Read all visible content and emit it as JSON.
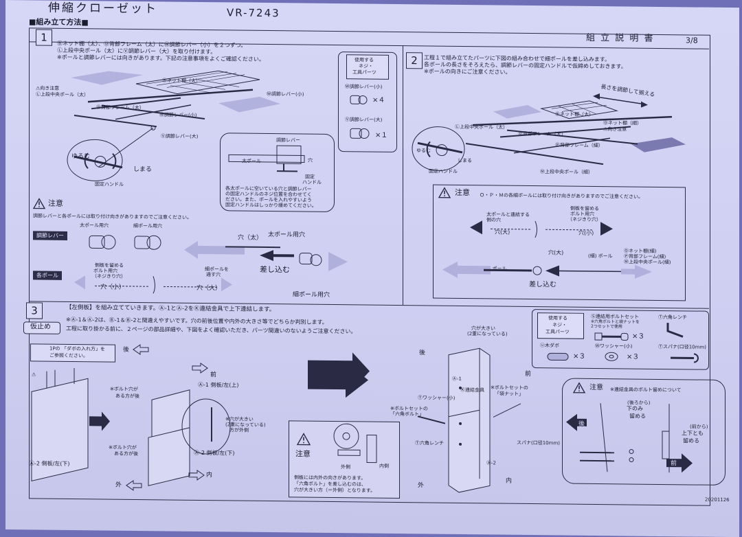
{
  "header": {
    "product_name": "伸縮クローゼット",
    "model": "VR-7243",
    "section_heading": "■組み立て方法■",
    "doc_title": "組 立 説 明 書",
    "page": "3/8",
    "date": "20201126"
  },
  "step1": {
    "number": "1",
    "lines": [
      "Ⓑネット棚（太）、Ⓓ背部フレーム（太）にⓌ調節レバー（小）を２つずつ。",
      "Ⓛ上段中央ポール（太）にⓋ調節レバー（大）を取り付けます。",
      "※ポールと調節レバーには向きがあります。下記の注意事項をよくご確認ください。"
    ],
    "parts_box": {
      "title": [
        "使用する",
        "ネジ・",
        "工具パーツ"
      ],
      "item1": "Ⓦ調節レバー(小)",
      "qty1": "×４",
      "item2": "Ⓥ調節レバー(大)",
      "qty2": "×１"
    },
    "labels": {
      "direction_note": "⚠向き注意",
      "l_pole": "Ⓛ上段中央ポール（太）",
      "b_net": "Ⓑネット棚（太）",
      "d_frame": "Ⓓ背部フレーム（太）",
      "w_lever": "Ⓦ調節レバー(小)",
      "w_lever2": "Ⓦ調節レバー(小)",
      "v_lever": "Ⓥ調節レバー(大)",
      "loosen": "ゆるむ",
      "tighten": "しまる",
      "fix_handle": "固定ハンドル",
      "detail_lever": "調節レバー",
      "detail_thick": "太ポール",
      "detail_hole": "穴",
      "detail_fixed": "固定",
      "detail_handle": "ハンドル",
      "detail_note": [
        "各太ポールに空いている穴と調節レバー",
        "の固定ハンドルのネジ位置を合わせてく",
        "ださい。また、ポールを入れやすいよう",
        "固定ハンドルはしっかり緩めてください。"
      ]
    },
    "caution_title": "注意",
    "caution_text": "調節レバーと各ポールには取り付け向きがありますのでご注意ください。",
    "lever_tag": "調節レバー",
    "pole_tag": "各ポール",
    "thick_hole": "太ポール用穴",
    "thin_hole": "細ポール用穴",
    "hole_thick_label": "穴（太）",
    "thick_pole_hole": "太ポール用穴",
    "insert": "差し込む",
    "thin_pole_hole": "細ポール用穴",
    "stopper_note": [
      "側板を留める",
      "ボルト用穴",
      "（ネジきり穴）"
    ],
    "hole_small": "穴（小）",
    "hole_big": "穴（大）",
    "thin_insert_note": [
      "細ポールを",
      "通す穴"
    ]
  },
  "step2": {
    "number": "2",
    "lines": [
      "工程１で組み立てたパーツに下図の組み合わせで細ポールを差し込みます。",
      "各ポールの長さをそろえたら、調節レバーの固定ハンドルで仮締めしておきます。",
      "※ポールの向きにご注意ください。"
    ],
    "adjust": "長さを調節して揃える",
    "labels": {
      "l_pole": "Ⓛ上段中央ポール（太）",
      "b_net": "Ⓑネット棚（太）",
      "o_net": "Ⓞネット棚（細）",
      "d_frame": "Ⓓ背部フレーム（太）",
      "p_frame": "Ⓟ背部フレーム（細）",
      "m_pole": "Ⓜ上段中央ポール（細）",
      "loosen": "ゆるむ",
      "tighten": "しまる",
      "fix_handle": "固定ハンドル",
      "direction_note": "⚠向き注意"
    },
    "caution_title": "注意",
    "caution_text": "Ｏ・Ｐ・Ｍの各細ポールには取り付け向きがありますのでご注意ください。",
    "connect_note": [
      "太ポールと連結する",
      "側の穴"
    ],
    "stopper_note": [
      "側板を留める",
      "ボルト用穴",
      "（ネジきり穴）"
    ],
    "hole_big": "穴(大)",
    "hole_small": "穴(小)",
    "hole_big2": "穴(大)",
    "thick_pole": "(太) ポール",
    "thin_pole": "(細) ポール",
    "thin_list": [
      "Ⓞネット棚(細)",
      "Ⓟ背部フレーム(細)",
      "Ⓜ上段中央ポール(細)"
    ],
    "insert": "差し込む"
  },
  "step3": {
    "number": "3",
    "lines": [
      "【左側板】を組み立てていきます。Ⓐ-1とⒶ-2をⓀ連結金具で上下連結します。",
      "※Ⓐ-1＆Ⓐ-2は、Ⓑ-1＆Ⓑ-2と間違えやすいです。穴の前後位置や内外の大きさ等でどちらか判別します。",
      "工程に取り掛かる前に、２ページの部品詳細や、下図をよく確認いただき、パーツ間違いのないようご注意ください。"
    ],
    "tack": "仮止め",
    "note_box": [
      "「ダボの入れ方」を",
      "ご参照ください。"
    ],
    "note_prefix": "1Pの",
    "back": "後",
    "front": "前",
    "a1": "Ⓐ-1 側板/左(上)",
    "a2": "Ⓐ-2 側板/左(下)",
    "a2b": "Ⓐ-2 側板/左(下)",
    "bolt_back": [
      "※ボルト穴が",
      "ある方が後"
    ],
    "bolt_back2": [
      "※ボルト穴が",
      "ある方が後"
    ],
    "big_hole": [
      "※穴が大きい",
      "(2重になっている)",
      "方が外側"
    ],
    "inner": "内",
    "outer": "外",
    "caution_title": "注意",
    "caution_text": [
      "側板には内外の向きがあります。",
      "「六角ボルト」を差し込むのは、",
      "穴が大きい方（＝外側）となります。"
    ],
    "outside": "外側",
    "inside": "内側",
    "hex_bolt_set": [
      "※ボルトセットの",
      "「六角ボルト」"
    ],
    "washer": "Ⓣワッシャー(小)",
    "wrench": "Ⓣ六角レンチ",
    "connector": "Ⓚ連結金具",
    "nut_set": [
      "※ボルトセットの",
      "「袋ナット」"
    ],
    "spanner": "スパナ(口径10mm)",
    "a1_small": "Ⓐ-1",
    "a2_small": "Ⓐ-2",
    "big_hole2": [
      "穴が大きい",
      "(2重になっている)"
    ],
    "parts_box": {
      "title": [
        "使用する",
        "ネジ・",
        "工具パーツ"
      ],
      "item1": "Ⓢ連結用ボルトセット",
      "item1_note": [
        "※六角ボルトと袋ナットを",
        "2つセットで使用"
      ],
      "qty1": "×３",
      "item2": "Ⓣ六角レンチ",
      "item3": "ⓤ木ダボ",
      "qty3": "×３",
      "item4": "Ⓦワッシャー(小)",
      "qty4": "×３",
      "item5": "Ⓣスパナ(口径10mm)"
    },
    "caution2_title": "注意",
    "caution2_text": "※連結金具のボルト留めについて",
    "left_note": [
      "(後ろから)",
      "下のみ",
      "留める"
    ],
    "right_note": [
      "(前から)",
      "上下とも",
      "留める"
    ],
    "front2": "前"
  }
}
